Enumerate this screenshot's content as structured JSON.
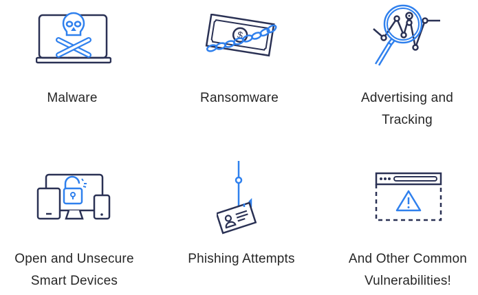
{
  "colors": {
    "navy": "#2a3154",
    "blue": "#2f80ed",
    "text": "#262626",
    "background": "#ffffff"
  },
  "items": [
    {
      "id": "malware",
      "icon": "laptop-skull-icon",
      "label": "Malware"
    },
    {
      "id": "ransomware",
      "icon": "chained-banknote-icon",
      "label": "Ransomware"
    },
    {
      "id": "advertising",
      "icon": "magnifier-chart-icon",
      "label_line1": "Advertising and",
      "label_line2": "Tracking"
    },
    {
      "id": "devices",
      "icon": "unlocked-devices-icon",
      "label_line1": "Open and Unsecure",
      "label_line2": "Smart Devices"
    },
    {
      "id": "phishing",
      "icon": "hooked-id-card-icon",
      "label": "Phishing Attempts"
    },
    {
      "id": "other",
      "icon": "browser-warning-icon",
      "label_line1": "And Other Common",
      "label_line2": "Vulnerabilities!"
    }
  ]
}
